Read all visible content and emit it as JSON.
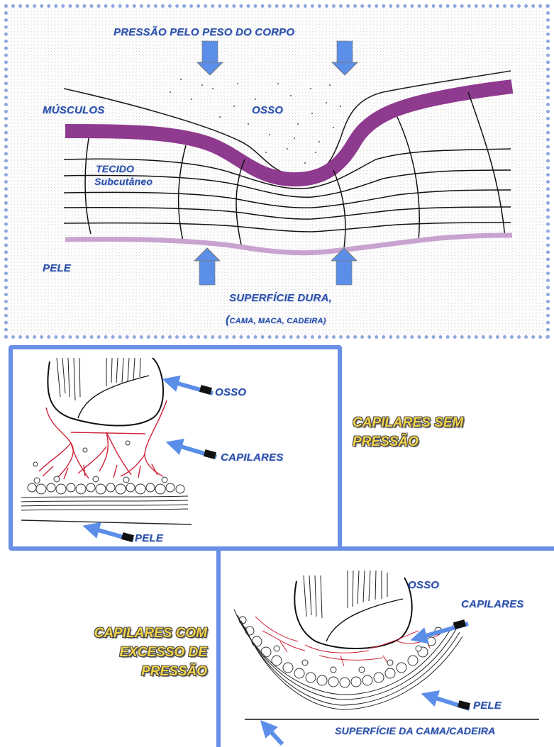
{
  "top_panel": {
    "pressure_label": "PRESSÃO PELO  PESO  DO  CORPO",
    "muscles_label": "MÚSCULOS",
    "bone_label": "OSSO",
    "tissue_label_line1": "TECIDO",
    "tissue_label_line2": "Subcutâneo",
    "skin_label": "PELE",
    "surface_label": "SUPERFÍCIE DURA,",
    "surface_sub_open": "(",
    "surface_sub": "CAMA, MACA, CADEIRA)"
  },
  "middle_panel": {
    "bone_label": "OSSO",
    "capillaries_label": "CAPILARES",
    "skin_label": "PELE",
    "caption_lines": [
      "CAPILARES SEM",
      "PRESSÃO"
    ]
  },
  "bottom_panel": {
    "bone_label": "OSSO",
    "capillaries_label": "CAPILARES",
    "skin_label": "PELE",
    "surface_label": "SUPERFÍCIE DA CAMA/CADEIRA",
    "caption_lines": [
      "CAPILARES COM",
      "EXCESSO DE",
      "PRESSÃO"
    ]
  },
  "colors": {
    "label_blue": "#2b4fa8",
    "arrow_blue": "#5b8ee8",
    "muscle_purple": "#8e3a8e",
    "skin_lilac": "#c9a3cf",
    "capillary_red": "#d0243a",
    "caption_yellow": "#f3d34a",
    "frame_blue": "#6a8fe6"
  }
}
